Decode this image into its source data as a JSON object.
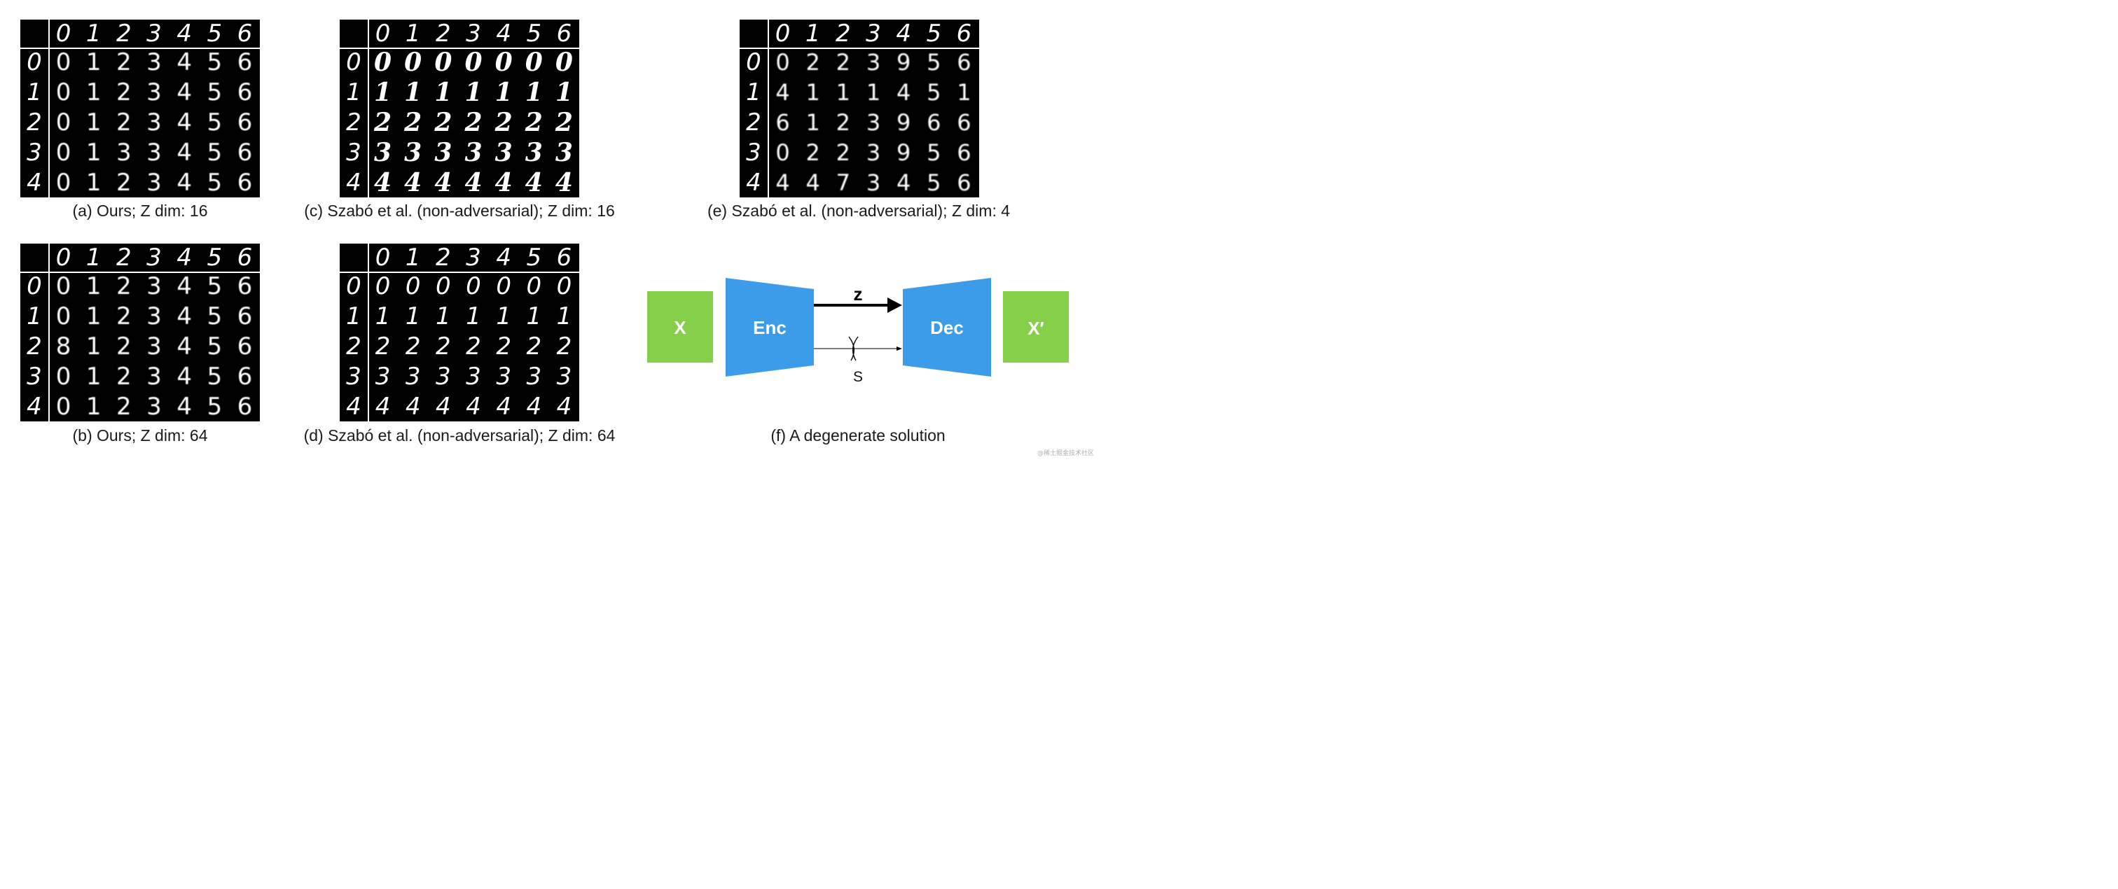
{
  "figure": {
    "panels": [
      {
        "id": "a",
        "caption": "(a) Ours; Z dim: 16",
        "style": "blur",
        "header": [
          "0",
          "1",
          "2",
          "3",
          "4",
          "5",
          "6"
        ],
        "rows": [
          "0",
          "1",
          "2",
          "3",
          "4"
        ],
        "cells": [
          [
            "0",
            "1",
            "2",
            "3",
            "4",
            "5",
            "6"
          ],
          [
            "0",
            "1",
            "2",
            "3",
            "4",
            "5",
            "6"
          ],
          [
            "0",
            "1",
            "2",
            "3",
            "4",
            "5",
            "6"
          ],
          [
            "0",
            "1",
            "3",
            "3",
            "4",
            "5",
            "6"
          ],
          [
            "0",
            "1",
            "2",
            "3",
            "4",
            "5",
            "6"
          ]
        ]
      },
      {
        "id": "c",
        "caption": "(c) Szabó et al. (non-adversarial); Z dim: 16",
        "style": "bold",
        "header": [
          "0",
          "1",
          "2",
          "3",
          "4",
          "5",
          "6"
        ],
        "rows": [
          "0",
          "1",
          "2",
          "3",
          "4"
        ],
        "cells": [
          [
            "0",
            "0",
            "0",
            "0",
            "0",
            "0",
            "0"
          ],
          [
            "1",
            "1",
            "1",
            "1",
            "1",
            "1",
            "1"
          ],
          [
            "2",
            "2",
            "2",
            "2",
            "2",
            "2",
            "2"
          ],
          [
            "3",
            "3",
            "3",
            "3",
            "3",
            "3",
            "3"
          ],
          [
            "4",
            "4",
            "4",
            "4",
            "4",
            "4",
            "4"
          ]
        ]
      },
      {
        "id": "e",
        "caption": "(e) Szabó et al. (non-adversarial); Z dim: 4",
        "style": "messy",
        "header": [
          "0",
          "1",
          "2",
          "3",
          "4",
          "5",
          "6"
        ],
        "rows": [
          "0",
          "1",
          "2",
          "3",
          "4"
        ],
        "cells": [
          [
            "0",
            "2",
            "2",
            "3",
            "9",
            "5",
            "6"
          ],
          [
            "4",
            "1",
            "1",
            "1",
            "4",
            "5",
            "1"
          ],
          [
            "6",
            "1",
            "2",
            "3",
            "9",
            "6",
            "6"
          ],
          [
            "0",
            "2",
            "2",
            "3",
            "9",
            "5",
            "6"
          ],
          [
            "4",
            "4",
            "7",
            "3",
            "4",
            "5",
            "6"
          ]
        ]
      },
      {
        "id": "b",
        "caption": "(b) Ours; Z dim: 64",
        "style": "blur",
        "header": [
          "0",
          "1",
          "2",
          "3",
          "4",
          "5",
          "6"
        ],
        "rows": [
          "0",
          "1",
          "2",
          "3",
          "4"
        ],
        "cells": [
          [
            "0",
            "1",
            "2",
            "3",
            "4",
            "5",
            "6"
          ],
          [
            "0",
            "1",
            "2",
            "3",
            "4",
            "5",
            "6"
          ],
          [
            "8",
            "1",
            "2",
            "3",
            "4",
            "5",
            "6"
          ],
          [
            "0",
            "1",
            "2",
            "3",
            "4",
            "5",
            "6"
          ],
          [
            "0",
            "1",
            "2",
            "3",
            "4",
            "5",
            "6"
          ]
        ]
      },
      {
        "id": "d",
        "caption": "(d) Szabó et al. (non-adversarial); Z dim: 64",
        "style": "thin",
        "header": [
          "0",
          "1",
          "2",
          "3",
          "4",
          "5",
          "6"
        ],
        "rows": [
          "0",
          "1",
          "2",
          "3",
          "4"
        ],
        "cells": [
          [
            "0",
            "0",
            "0",
            "0",
            "0",
            "0",
            "0"
          ],
          [
            "1",
            "1",
            "1",
            "1",
            "1",
            "1",
            "1"
          ],
          [
            "2",
            "2",
            "2",
            "2",
            "2",
            "2",
            "2"
          ],
          [
            "3",
            "3",
            "3",
            "3",
            "3",
            "3",
            "3"
          ],
          [
            "4",
            "4",
            "4",
            "4",
            "4",
            "4",
            "4"
          ]
        ]
      }
    ],
    "diagram": {
      "caption": "(f) A degenerate solution",
      "input_label": "X",
      "encoder_label": "Enc",
      "decoder_label": "Dec",
      "output_label": "X′",
      "z_label": "z",
      "s_label": "S",
      "colors": {
        "input": "#86cf4a",
        "encoder": "#3d9ce9",
        "arrow": "#000000"
      }
    },
    "watermark": "@稀土掘金技术社区"
  }
}
